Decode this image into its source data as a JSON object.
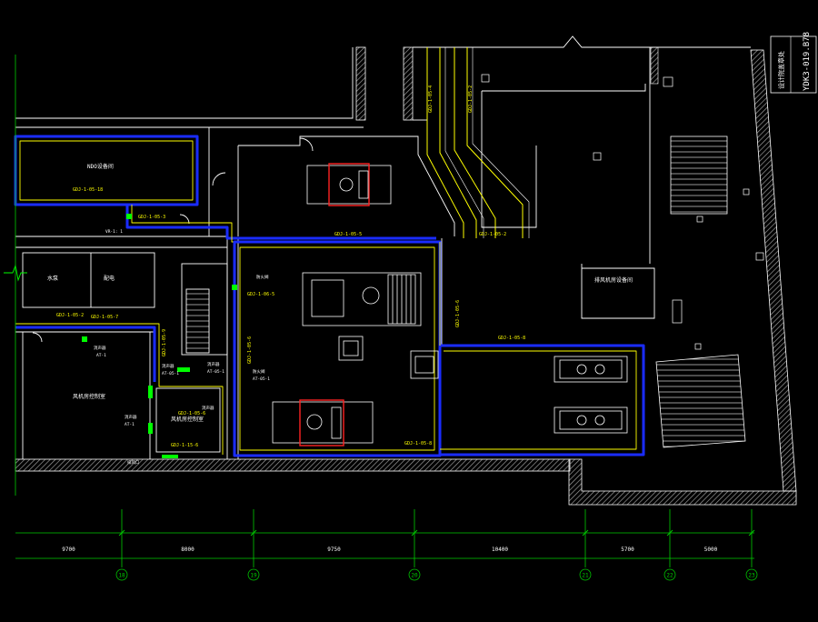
{
  "colors": {
    "background": "#000000",
    "wall": "#ffffff",
    "duct_yellow": "#ffff00",
    "duct_blue": "#1a2cff",
    "grid": "#00cc00",
    "equipment_red": "#ff2222",
    "hatch": "#9a9a9a",
    "damper_green": "#00ff00"
  },
  "title_block": {
    "code": "YDK3-019.B78",
    "stamp": "设计院盖章处"
  },
  "rooms": {
    "r1": "NDO设备间",
    "r2": "水泵",
    "r3": "配电",
    "r4": "风机房控制室",
    "r5": "风机房控制室",
    "r6": "排风机房设备间"
  },
  "duct_tags": {
    "d1": "GDJ-1-05-18",
    "d2": "GDJ-1-05-5",
    "d3": "GDJ-1-05-2",
    "d4": "GDJ-1-05-4",
    "d5": "GDJ-1-05-2",
    "d6": "GDJ-1-05-6",
    "d7": "GDJ-1-05-8",
    "d8": "GDJ-1-05-7",
    "d9": "GDJ-1-05-9",
    "d10": "GDJ-1-05-6",
    "d11": "GDJ-1-05-8",
    "d12": "GDJ-1-15-6",
    "d13": "GDJ-1-05-3",
    "d14": "GDJ-1-06-5",
    "d15": "GDJ-1-05-2",
    "d16": "GDJ-1-05-6"
  },
  "notes": {
    "n1": "VR-1: 1",
    "n2": "消声器",
    "n3": "AT-1",
    "n4": "消声器",
    "n5": "AT-1",
    "n6": "消声器",
    "n7": "AT-05-1",
    "n8": "消声器",
    "n9": "AT-05-1",
    "n10": "防火阀",
    "n11": "防火阀",
    "n12": "AT-05-1",
    "n13": "消声器",
    "n14": "排风口"
  },
  "dimensions": [
    "9700",
    "8000",
    "9750",
    "10400",
    "5700",
    "5000"
  ],
  "axes": [
    "18",
    "19",
    "20",
    "21",
    "22",
    "23"
  ]
}
